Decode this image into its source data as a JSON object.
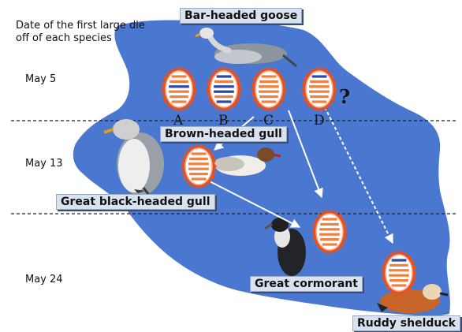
{
  "legend": {
    "line1": "Date of the first large die",
    "line2": "off of each species"
  },
  "dates": {
    "may5": "May 5",
    "may13": "May 13",
    "may24": "May 24"
  },
  "species": {
    "bar_headed_goose": "Bar-headed goose",
    "brown_headed_gull": "Brown-headed gull",
    "great_black_headed_gull": "Great black-headed gull",
    "great_cormorant": "Great cormorant",
    "ruddy_shelduck": "Ruddy shelduck"
  },
  "strain_letters": {
    "a": "A",
    "b": "B",
    "c": "C",
    "d": "D"
  },
  "unknown_mark": "?",
  "colors": {
    "lake": "#4a78d0",
    "virus_shell": "#e8501e",
    "virus_core": "#ffffff",
    "stripe_orange": "#f08040",
    "stripe_blue": "#2d47a8",
    "arrow": "#ffffff",
    "label_bg": "#d9e2ef"
  }
}
